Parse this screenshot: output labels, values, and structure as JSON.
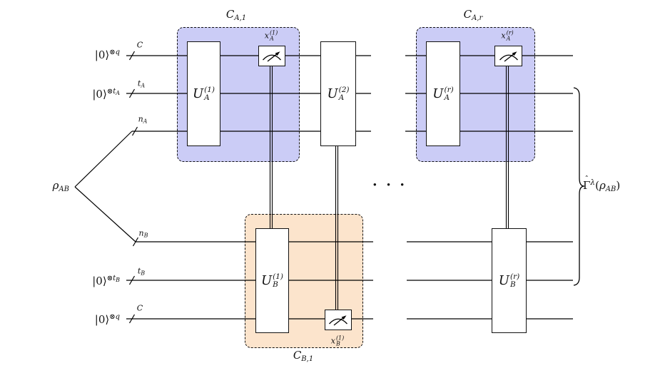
{
  "colors": {
    "highlight-a": "#cbccf6",
    "highlight-b": "#fce4cc",
    "line": "#000000",
    "gate-bg": "#ffffff"
  },
  "inputs": {
    "q_top": {
      "base": "|0⟩",
      "sup": "⊗q",
      "supsub": ""
    },
    "t_a": {
      "base": "|0⟩",
      "sup": "⊗t",
      "supsub": "A"
    },
    "rho": {
      "base": "ρ",
      "sub": "AB"
    },
    "t_b": {
      "base": "|0⟩",
      "sup": "⊗t",
      "supsub": "B"
    },
    "q_bottom": {
      "base": "|0⟩",
      "sup": "⊗q",
      "supsub": ""
    }
  },
  "wire_labels": {
    "c_top": {
      "base": "C",
      "sub": ""
    },
    "t_a": {
      "base": "t",
      "sub": "A"
    },
    "n_a": {
      "base": "n",
      "sub": "A"
    },
    "n_b": {
      "base": "n",
      "sub": "B"
    },
    "t_b": {
      "base": "t",
      "sub": "B"
    },
    "c_bottom": {
      "base": "C",
      "sub": ""
    }
  },
  "blocks": {
    "ca1": {
      "base": "C",
      "sub": "A,1"
    },
    "car": {
      "base": "C",
      "sub": "A,r"
    },
    "cb1": {
      "base": "C",
      "sub": "B,1"
    }
  },
  "gates": {
    "ua1": {
      "base": "U",
      "sub": "A",
      "sup": "(1)"
    },
    "ua2": {
      "base": "U",
      "sub": "A",
      "sup": "(2)"
    },
    "uar": {
      "base": "U",
      "sub": "A",
      "sup": "(r)"
    },
    "ub1": {
      "base": "U",
      "sub": "B",
      "sup": "(1)"
    },
    "ubr": {
      "base": "U",
      "sub": "B",
      "sup": "(r)"
    }
  },
  "measurements": {
    "xa1": {
      "base": "x",
      "sub": "A",
      "sup": "(1)"
    },
    "xar": {
      "base": "x",
      "sub": "A",
      "sup": "(r)"
    },
    "xb1": {
      "base": "x",
      "sub": "B",
      "sup": "(1)"
    }
  },
  "ellipsis": "· · ·",
  "output": {
    "hat": "ˆ",
    "base": "Γ",
    "sup": "λ",
    "open": "(",
    "arg": "ρ",
    "arg_sub": "AB",
    "close": ")"
  }
}
